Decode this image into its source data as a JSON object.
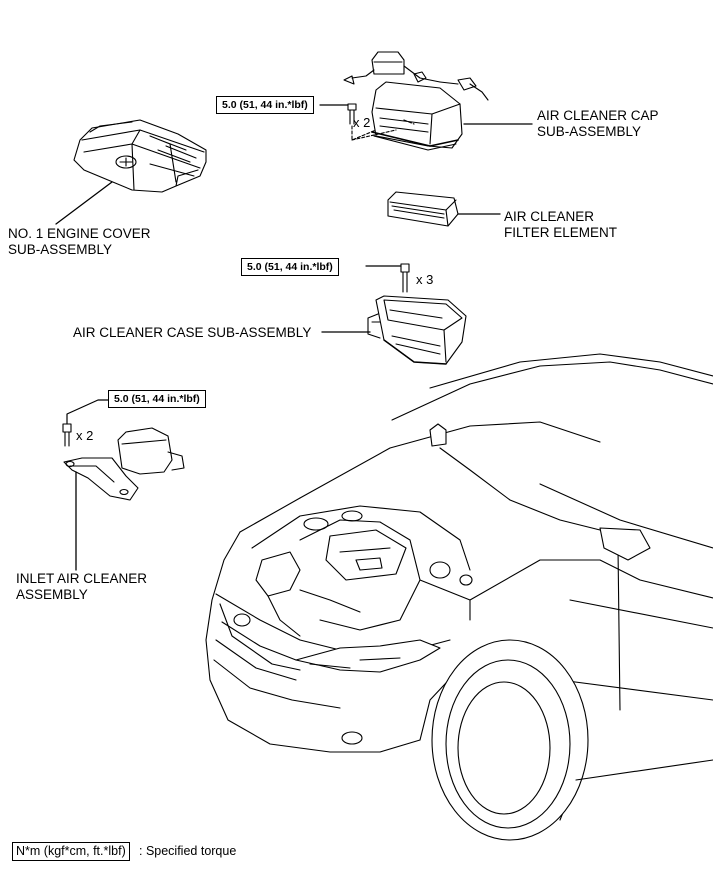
{
  "parts": {
    "engine_cover": {
      "line1": "NO. 1 ENGINE COVER",
      "line2": "SUB-ASSEMBLY"
    },
    "cap": {
      "line1": "AIR CLEANER CAP",
      "line2": "SUB-ASSEMBLY"
    },
    "filter": {
      "line1": "AIR CLEANER",
      "line2": "FILTER ELEMENT"
    },
    "case": {
      "line1": "AIR CLEANER CASE SUB-ASSEMBLY"
    },
    "inlet": {
      "line1": "INLET AIR CLEANER",
      "line2": "ASSEMBLY"
    }
  },
  "torques": {
    "cap_bolts": {
      "value": "5.0 (51, 44 in.*lbf)",
      "qty": "x 2"
    },
    "case_bolts": {
      "value": "5.0 (51, 44 in.*lbf)",
      "qty": "x 3"
    },
    "inlet_bolts": {
      "value": "5.0 (51, 44 in.*lbf)",
      "qty": "x 2"
    }
  },
  "legend": {
    "units": "N*m (kgf*cm, ft.*lbf)",
    "text": ": Specified torque"
  }
}
